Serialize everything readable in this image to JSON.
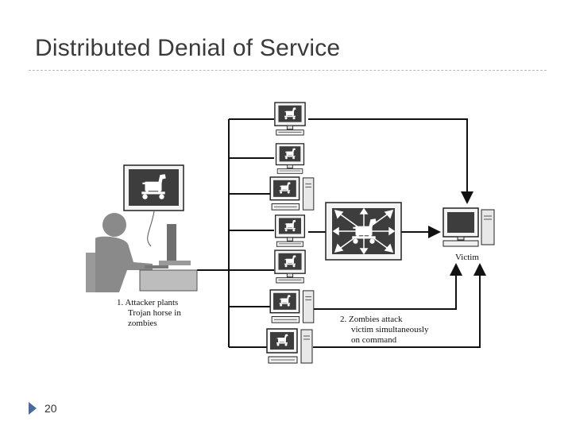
{
  "slide": {
    "title": "Distributed Denial of Service",
    "page_number": "20"
  },
  "diagram": {
    "step1_lines": [
      "1. Attacker plants",
      "Trojan horse in",
      "zombies"
    ],
    "step2_lines": [
      "2. Zombies attack",
      "victim simultaneously",
      "on command"
    ],
    "victim_label": "Victim"
  },
  "icons": {
    "page_marker": "triangle-bullet-icon",
    "zombie_screen": "trojan-horse-icon",
    "victim_screen": "blank-monitor-icon"
  }
}
